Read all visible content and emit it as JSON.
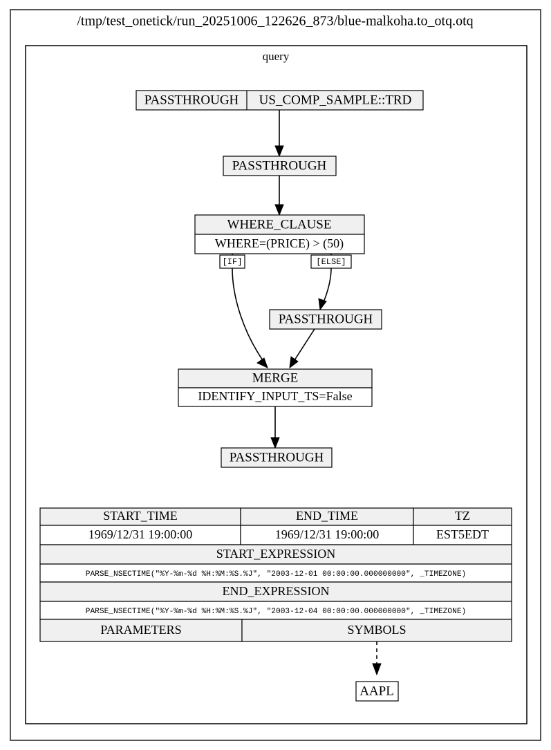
{
  "title": "/tmp/test_onetick/run_20251006_122626_873/blue-malkoha.to_otq.otq",
  "graph": {
    "label": "query"
  },
  "nodes": {
    "source": {
      "op": "PASSTHROUGH",
      "symbol": "US_COMP_SAMPLE::TRD"
    },
    "passthrough_1": {
      "op": "PASSTHROUGH"
    },
    "where_clause": {
      "op": "WHERE_CLAUSE",
      "expression": "WHERE=(PRICE) > (50)"
    },
    "passthrough_else": {
      "op": "PASSTHROUGH"
    },
    "merge": {
      "op": "MERGE",
      "param": "IDENTIFY_INPUT_TS=False"
    },
    "passthrough_out": {
      "op": "PASSTHROUGH"
    },
    "symbol_node": {
      "op": "AAPL"
    }
  },
  "edge_labels": {
    "if": "[IF]",
    "else": "[ELSE]"
  },
  "info_table": {
    "headers_row1": [
      "START_TIME",
      "END_TIME",
      "TZ"
    ],
    "values_row1": [
      "1969/12/31 19:00:00",
      "1969/12/31 19:00:00",
      "EST5EDT"
    ],
    "start_expression_header": "START_EXPRESSION",
    "start_expression_value": "PARSE_NSECTIME(\"%Y-%m-%d %H:%M:%S.%J\", \"2003-12-01 00:00:00.000000000\", _TIMEZONE)",
    "end_expression_header": "END_EXPRESSION",
    "end_expression_value": "PARSE_NSECTIME(\"%Y-%m-%d %H:%M:%S.%J\", \"2003-12-04 00:00:00.000000000\", _TIMEZONE)",
    "footer_headers": [
      "PARAMETERS",
      "SYMBOLS"
    ]
  },
  "colors": {
    "node_fill": "#f0f0f0",
    "node_stroke": "#000000",
    "frame_outer": "#555555",
    "background": "#ffffff"
  }
}
